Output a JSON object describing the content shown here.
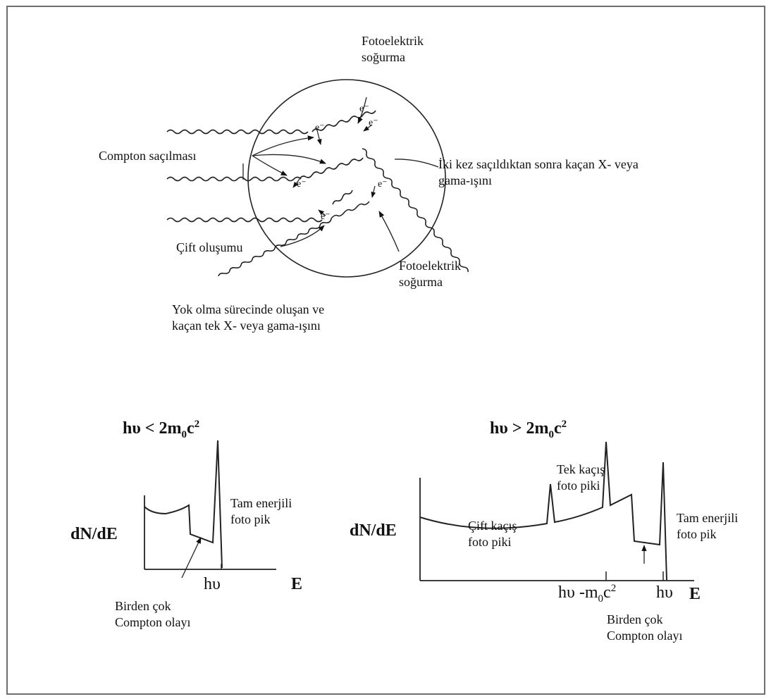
{
  "diagram": {
    "labels": {
      "photo_top_1": "Fotoelektrik",
      "photo_top_2": "soğurma",
      "compton": "Compton saçılması",
      "escape_1": "İki kez saçıldıktan sonra kaçan X-  veya",
      "escape_2": "gama-ışını",
      "pair": "Çift oluşumu",
      "photo_bottom_1": "Fotoelektrik",
      "photo_bottom_2": "soğurma",
      "annih_1": "Yok olma sürecinde oluşan ve",
      "annih_2": "kaçan tek X- veya gama-ışını",
      "electron": "e⁻"
    }
  },
  "left_spectrum": {
    "title_pre": "hυ < 2m",
    "title_sub": "0",
    "title_post": "c",
    "title_sup": "2",
    "ylabel": "dN/dE",
    "xlabel": "E",
    "x_tick": "hυ",
    "peak_label_1": "Tam enerjili",
    "peak_label_2": "foto pik",
    "multi_1": "Birden çok",
    "multi_2": "Compton olayı"
  },
  "right_spectrum": {
    "title_pre": "hυ > 2m",
    "title_sub": "0",
    "title_post": "c",
    "title_sup": "2",
    "ylabel": "dN/dE",
    "xlabel": "E",
    "x_tick_1_pre": "hυ -m",
    "x_tick_1_sub": "0",
    "x_tick_1_post": "c",
    "x_tick_1_sup": "2",
    "x_tick_2": "hυ",
    "single_1": "Tek kaçış",
    "single_2": "foto piki",
    "double_1": "Çift kaçış",
    "double_2": "foto piki",
    "full_1": "Tam enerjili",
    "full_2": "foto pik",
    "multi_1": "Birden çok",
    "multi_2": "Compton olayı"
  }
}
